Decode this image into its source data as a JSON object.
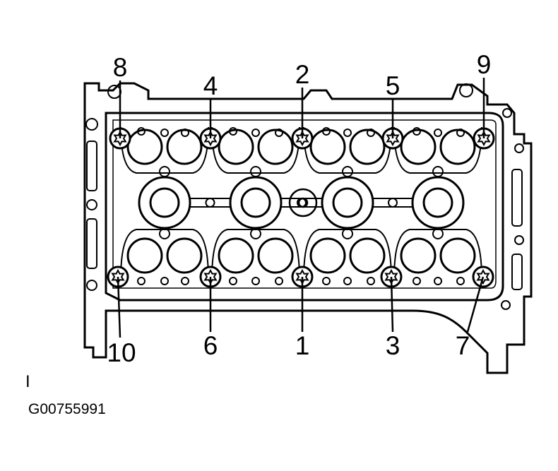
{
  "figure": {
    "code": "G00755991",
    "mark": "I"
  },
  "bolts": [
    {
      "id": "b8",
      "label": "8"
    },
    {
      "id": "b4",
      "label": "4"
    },
    {
      "id": "b2",
      "label": "2"
    },
    {
      "id": "b5",
      "label": "5"
    },
    {
      "id": "b9",
      "label": "9"
    },
    {
      "id": "b10",
      "label": "10"
    },
    {
      "id": "b6",
      "label": "6"
    },
    {
      "id": "b1",
      "label": "1"
    },
    {
      "id": "b3",
      "label": "3"
    },
    {
      "id": "b7",
      "label": "7"
    }
  ]
}
